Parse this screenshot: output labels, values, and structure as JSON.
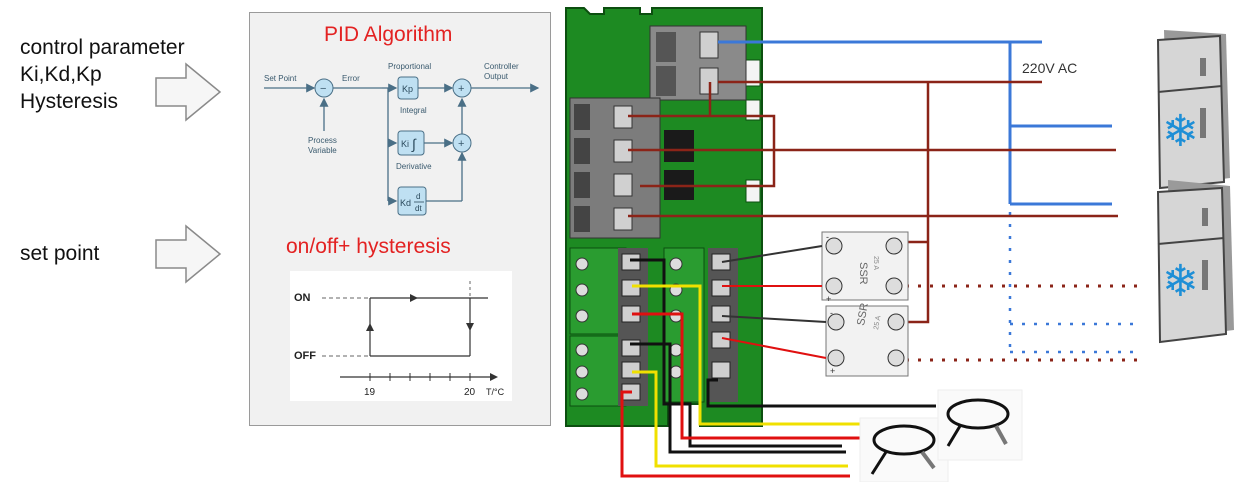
{
  "inputs": {
    "control_params": [
      "control parameter",
      "Ki,Kd,Kp",
      "Hysteresis"
    ],
    "set_point": "set point"
  },
  "panel": {
    "pid_title": "PID Algorithm",
    "hyst_title": "on/off+ hysteresis"
  },
  "pid_diagram": {
    "set_point": "Set Point",
    "error": "Error",
    "proportional": "Proportional",
    "integral": "Integral",
    "derivative": "Derivative",
    "controller_output": [
      "Controller",
      "Output"
    ],
    "process_variable": [
      "Process",
      "Variable"
    ],
    "kp": "Kp",
    "ki": "Ki",
    "kd": "Kd",
    "minus": "−",
    "plus": "+"
  },
  "hysteresis_chart": {
    "on": "ON",
    "off": "OFF",
    "x_tick_1": "19",
    "x_tick_2": "20",
    "x_unit": "T/°C"
  },
  "wiring": {
    "voltage": "220V AC",
    "ssr_label": "SSR",
    "ssr_rating": "25 A",
    "minus": "-",
    "plus": "+"
  },
  "colors": {
    "neutral_wire": "#3b78d8",
    "live_wire": "#8b2418",
    "signal_red": "#e01010",
    "signal_yellow": "#f0e000",
    "signal_black": "#111111",
    "board_green": "#1d8a22",
    "title_red": "#e32222"
  }
}
